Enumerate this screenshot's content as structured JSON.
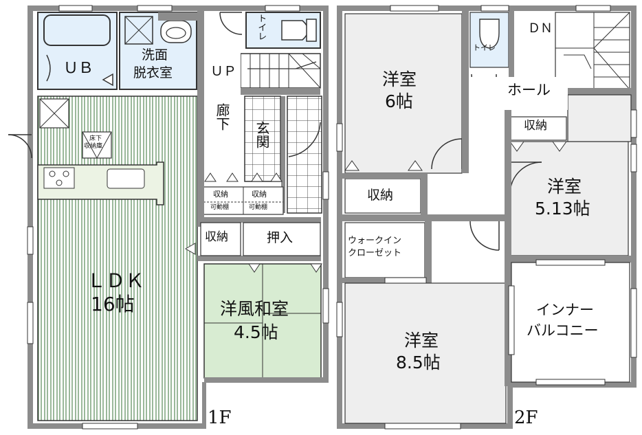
{
  "floor1": {
    "label": "1F",
    "rooms": {
      "ub": "ＵＢ",
      "washroom": [
        "洗面",
        "脱衣室"
      ],
      "toilet": "トイレ",
      "stairs_up": "ＵＰ",
      "hallway": "廊下",
      "entrance": "玄関",
      "ldk": [
        "ＬＤＫ",
        "16帖"
      ],
      "underfloor": [
        "床下",
        "収納庫"
      ],
      "storage_a": "収納",
      "storage_b": "収納",
      "shelf_a": "可動棚",
      "shelf_b": "可動棚",
      "storage_c": "収納",
      "closet": "押入",
      "washitsu": [
        "洋風和室",
        "4.5帖"
      ]
    }
  },
  "floor2": {
    "label": "2F",
    "rooms": {
      "toilet": "トイレ",
      "stairs_dn": "ＤＮ",
      "hall": "ホール",
      "room6": [
        "洋室",
        "6帖"
      ],
      "storage_a": "収納",
      "storage_b": "収納",
      "room513": [
        "洋室",
        "5.13帖"
      ],
      "wic": [
        "ウォークイン",
        "クローゼット"
      ],
      "room85": [
        "洋室",
        "8.5帖"
      ],
      "balcony": [
        "インナー",
        "バルコニー"
      ]
    }
  },
  "colors": {
    "wall": "#8c8c8c",
    "room_fill": "#eeeeee",
    "wet_fill": "#e3f0fb",
    "tatami_fill": "#d8ecd2",
    "flooring_line": "#6e9a6e"
  }
}
